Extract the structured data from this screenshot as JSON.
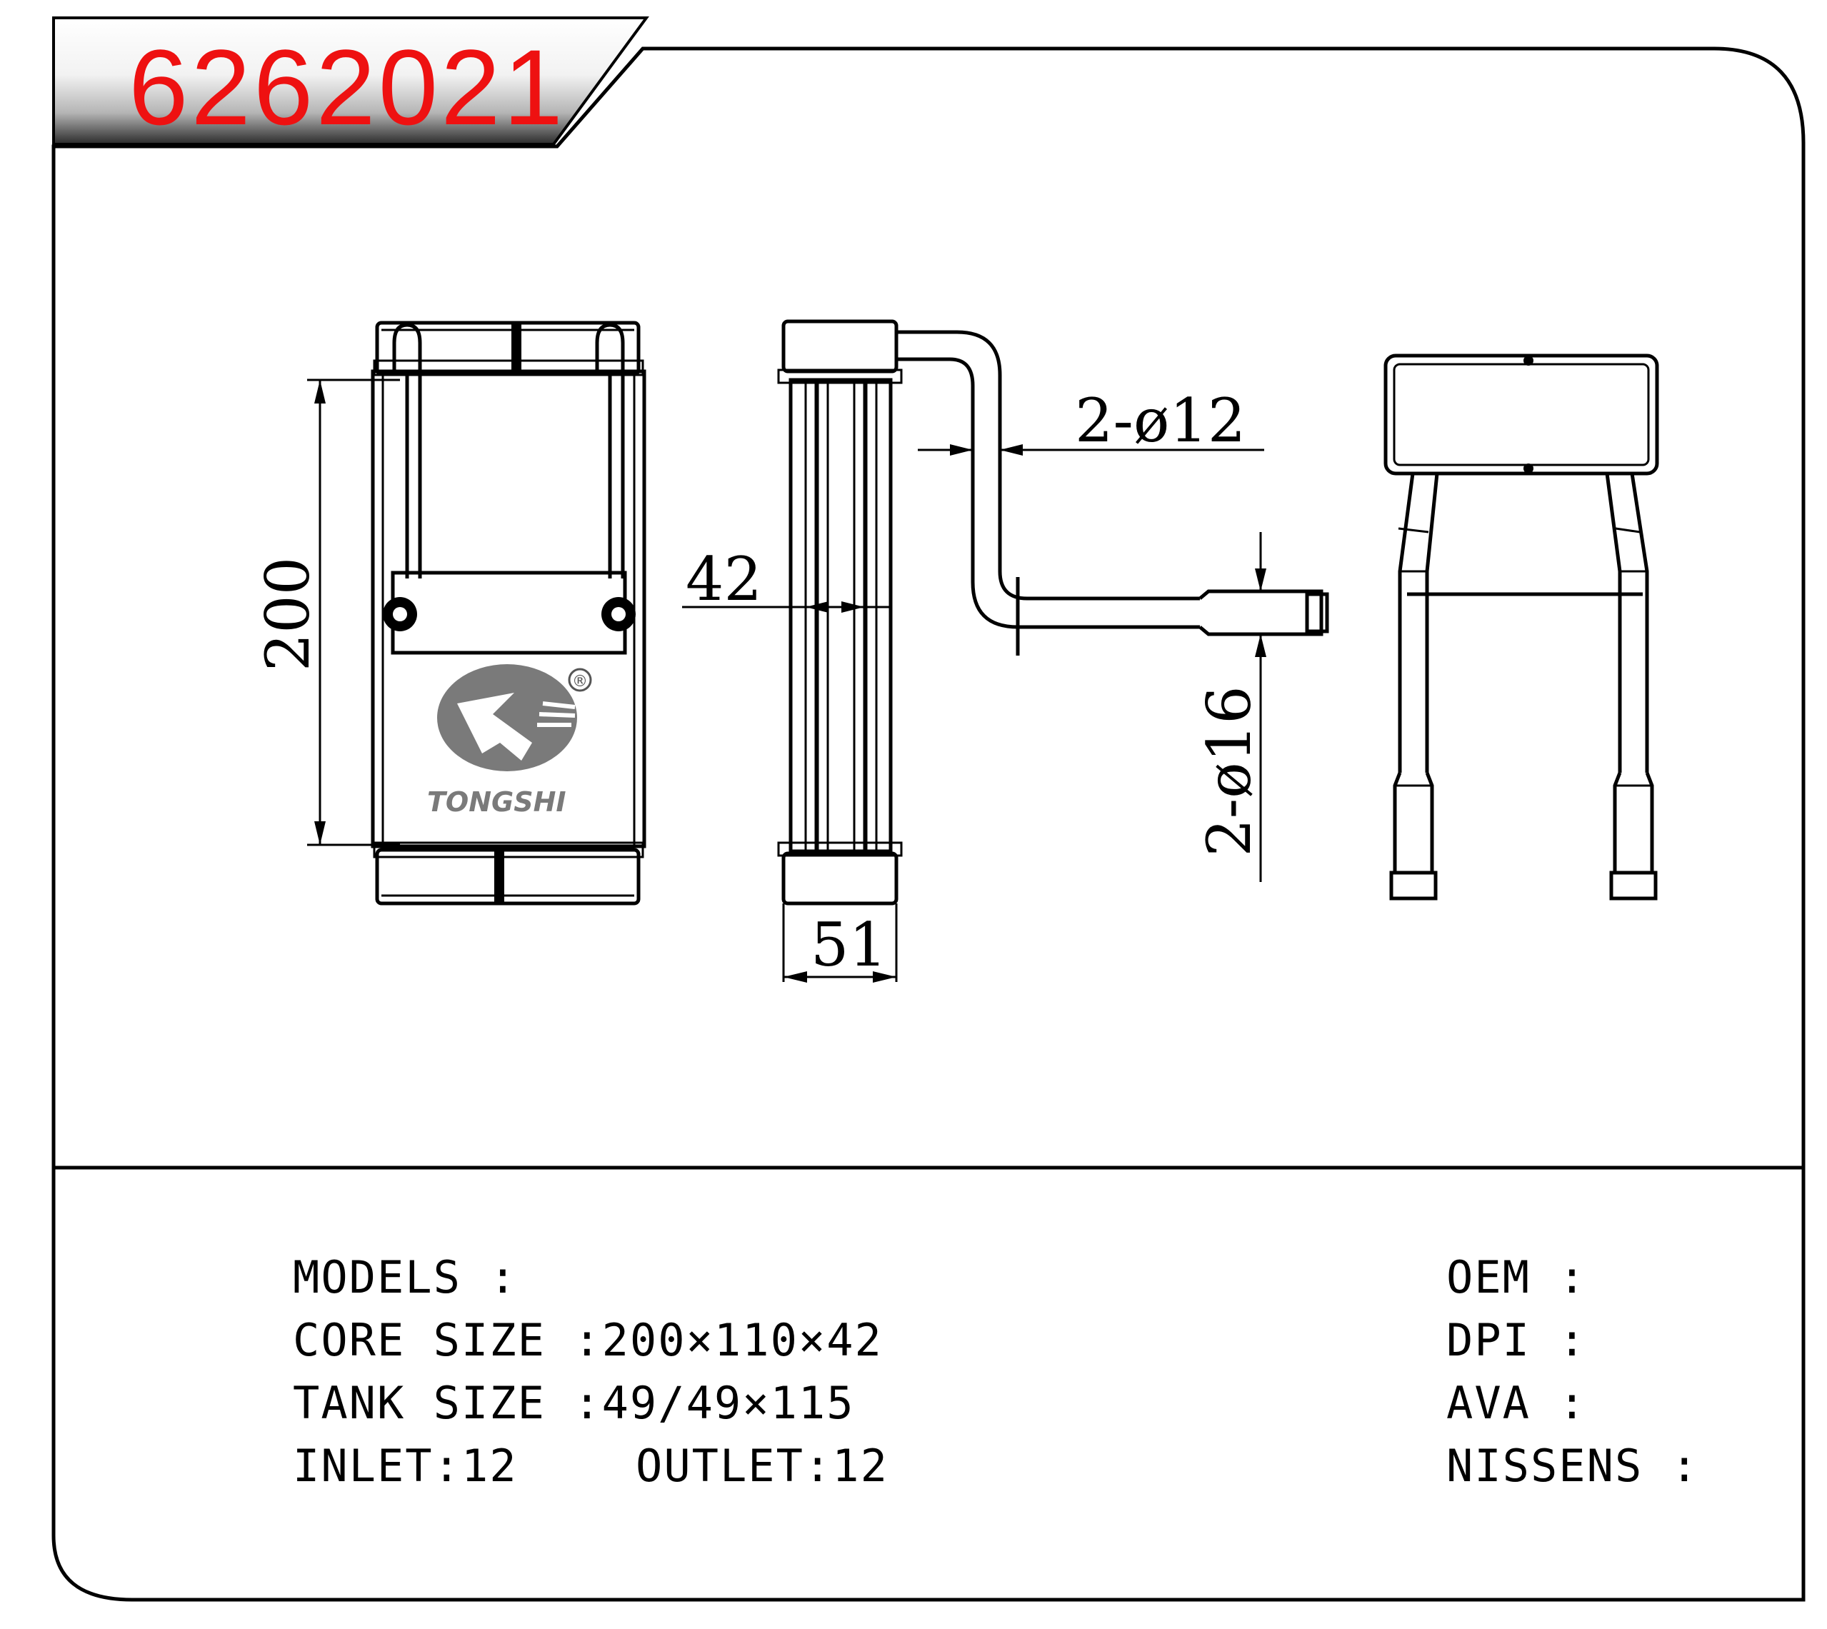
{
  "part_number": "6262021",
  "brand": {
    "name": "TONGSHI",
    "registered_mark": "®"
  },
  "dimensions": {
    "height": "200",
    "core_depth": "42",
    "tank_depth": "51",
    "outlet_pipe": "2-ø12",
    "inlet_pipe": "2-ø16"
  },
  "specs": {
    "models": {
      "label": "MODELS",
      "sep": " :",
      "value": ""
    },
    "core_size": {
      "label": "CORE SIZE",
      "sep": " :",
      "value": "200×110×42"
    },
    "tank_size": {
      "label": "TANK SIZE",
      "sep": " :",
      "value": "49/49×115"
    },
    "inlet": {
      "label": "INLET",
      "sep": ":",
      "value": "12"
    },
    "outlet": {
      "label": "OUTLET",
      "sep": ":",
      "value": "12"
    }
  },
  "references": {
    "oem": {
      "label": "OEM",
      "sep": " :",
      "value": ""
    },
    "dpi": {
      "label": "DPI",
      "sep": " :",
      "value": ""
    },
    "ava": {
      "label": "AVA",
      "sep": " :",
      "value": ""
    },
    "nissens": {
      "label": "NISSENS",
      "sep": " :",
      "value": ""
    }
  },
  "colors": {
    "part_number": "#ee1111",
    "line": "#000000",
    "logo": "#7a7a7a"
  }
}
